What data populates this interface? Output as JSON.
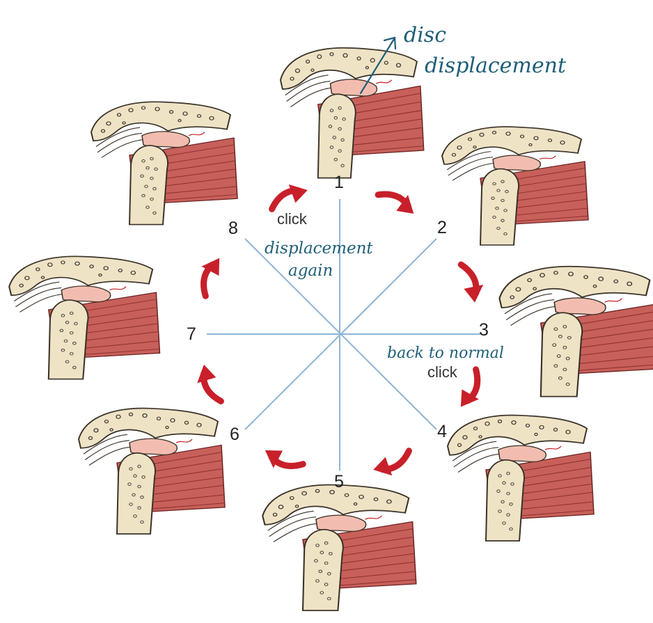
{
  "figure": {
    "stage_numbers": [
      "1",
      "2",
      "3",
      "4",
      "5",
      "6",
      "7",
      "8"
    ],
    "printed_labels": {
      "click_top": "click",
      "click_right": "click"
    },
    "handwritten_notes": {
      "disc_line1": "disc",
      "disc_line2": "displacement",
      "displacement_again_line1": "displacement",
      "displacement_again_line2": "again",
      "back_to_normal": "back to normal"
    },
    "colors": {
      "bone": "#efe3c6",
      "bone_outline": "#3b3328",
      "disc": "#f2bdb0",
      "muscle": "#c7605a",
      "muscle_stripe": "#8e2f2f",
      "arrow": "#c8202a",
      "guide_line": "#8fb4d6",
      "handwriting": "#1f5e78"
    },
    "icons": [
      "tmj-cross-section-illustration",
      "curved-arrow-icon"
    ]
  }
}
